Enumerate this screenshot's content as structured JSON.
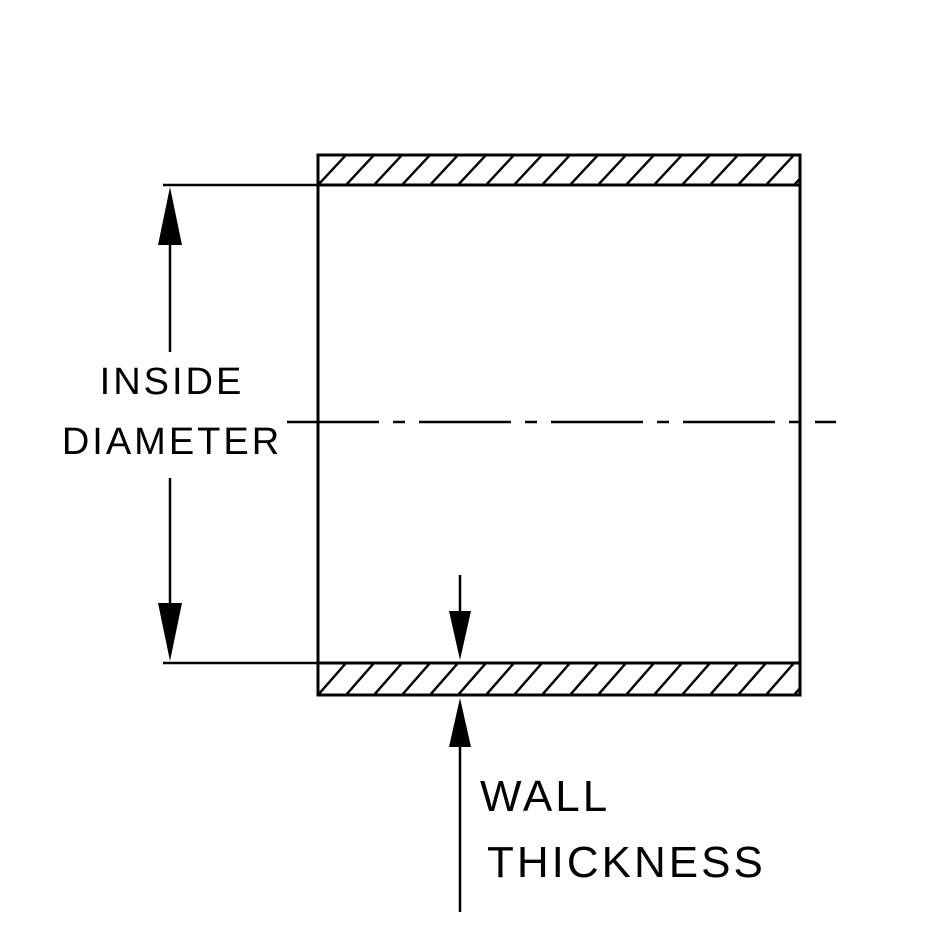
{
  "diagram": {
    "title": "tube-cross-section-dimension-diagram",
    "labels": {
      "inside_diameter_line1": "INSIDE",
      "inside_diameter_line2": "DIAMETER",
      "wall_thickness_line1": "WALL",
      "wall_thickness_line2": "THICKNESS"
    },
    "colors": {
      "line": "#000000",
      "background": "#ffffff"
    }
  }
}
